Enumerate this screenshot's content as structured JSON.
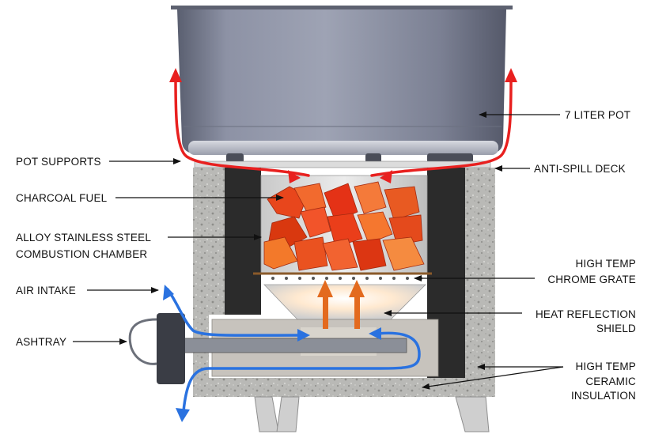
{
  "labels": {
    "pot": "7 LITER POT",
    "pot_supports": "POT SUPPORTS",
    "anti_spill": "ANTI-SPILL DECK",
    "charcoal": "CHARCOAL FUEL",
    "chamber_1": "ALLOY STAINLESS STEEL",
    "chamber_2": "COMBUSTION CHAMBER",
    "grate_1": "HIGH TEMP",
    "grate_2": "CHROME GRATE",
    "air_intake": "AIR INTAKE",
    "reflection_1": "HEAT REFLECTION",
    "reflection_2": "SHIELD",
    "ashtray": "ASHTRAY",
    "insulation_1": "HIGH TEMP",
    "insulation_2": "CERAMIC",
    "insulation_3": "INSULATION"
  },
  "colors": {
    "hot_air": "#e8201f",
    "cool_air": "#2a72e0",
    "heat_rise": "#e36a1e",
    "pot_body": "#7d8296",
    "ceramic": "#b7b7b4",
    "liner": "#2b2b2b"
  }
}
